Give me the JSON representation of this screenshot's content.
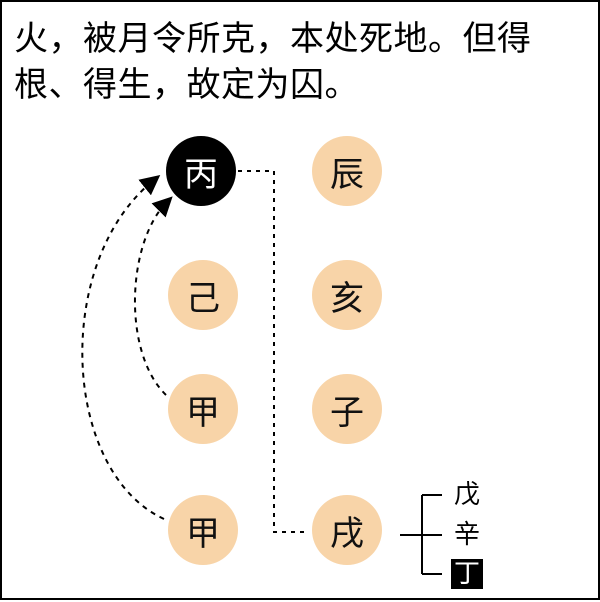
{
  "caption": {
    "line1": "火，被月令所克，本处死地。但得",
    "line2": "根、得生，故定为囚。"
  },
  "stems": [
    "丙",
    "己",
    "甲",
    "甲"
  ],
  "branches": [
    "辰",
    "亥",
    "子",
    "戌"
  ],
  "hidden_stems": [
    "戊",
    "辛",
    "丁"
  ],
  "colors": {
    "node_fill": "#f8d4a8",
    "highlight": "#000000"
  }
}
